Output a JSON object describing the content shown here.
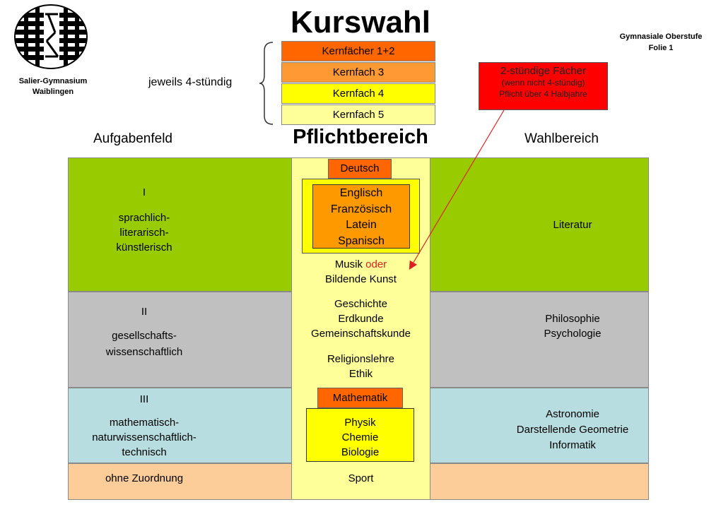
{
  "header": {
    "title": "Kurswahl",
    "school": {
      "line1": "Salier-Gymnasium",
      "line2": "Waiblingen"
    },
    "top_right": {
      "line1": "Gymnasiale Oberstufe",
      "line2": "Folie 1"
    },
    "hours_label": "jeweils 4-stündig"
  },
  "core_subjects": [
    {
      "label": "Kernfächer 1+2",
      "color": "#ff6600"
    },
    {
      "label": "Kernfach 3",
      "color": "#ff9933"
    },
    {
      "label": "Kernfach 4",
      "color": "#ffff00"
    },
    {
      "label": "Kernfach 5",
      "color": "#ffff99"
    }
  ],
  "two_hour_box": {
    "title": "2-stündige Fächer",
    "note1": "(wenn nicht 4-stündig)",
    "note2": "Pflicht über 4 Halbjahre",
    "color": "#ff0000"
  },
  "columns": {
    "left": "Aufgabenfeld",
    "middle": "Pflichtbereich",
    "right": "Wahlbereich"
  },
  "fields": {
    "f1": {
      "num": "I",
      "l1": "sprachlich-",
      "l2": "literarisch-",
      "l3": "künstlerisch",
      "color": "#99cc00"
    },
    "f2": {
      "num": "II",
      "l1": "gesellschafts-",
      "l2": "wissenschaftlich",
      "color": "#c0c0c0"
    },
    "f3": {
      "num": "III",
      "l1": "mathematisch-",
      "l2": "naturwissenschaftlich-",
      "l3": "technisch",
      "color": "#b8dde0"
    },
    "f4": {
      "l1": "ohne Zuordnung",
      "color": "#fccc99"
    }
  },
  "mandatory": {
    "deutsch": "Deutsch",
    "languages": [
      "Englisch",
      "Französisch",
      "Latein",
      "Spanisch"
    ],
    "arts": {
      "a": "Musik",
      "or": "oder",
      "b": "Bildende Kunst"
    },
    "social": [
      "Geschichte",
      "Erdkunde",
      "Gemeinschaftskunde"
    ],
    "religion": [
      "Religionslehre",
      "Ethik"
    ],
    "math": "Mathematik",
    "sciences": [
      "Physik",
      "Chemie",
      "Biologie"
    ],
    "sport": "Sport"
  },
  "electives": {
    "e1": [
      "Literatur"
    ],
    "e2": [
      "Philosophie",
      "Psychologie"
    ],
    "e3": [
      "Astronomie",
      "Darstellende Geometrie",
      "Informatik"
    ]
  }
}
